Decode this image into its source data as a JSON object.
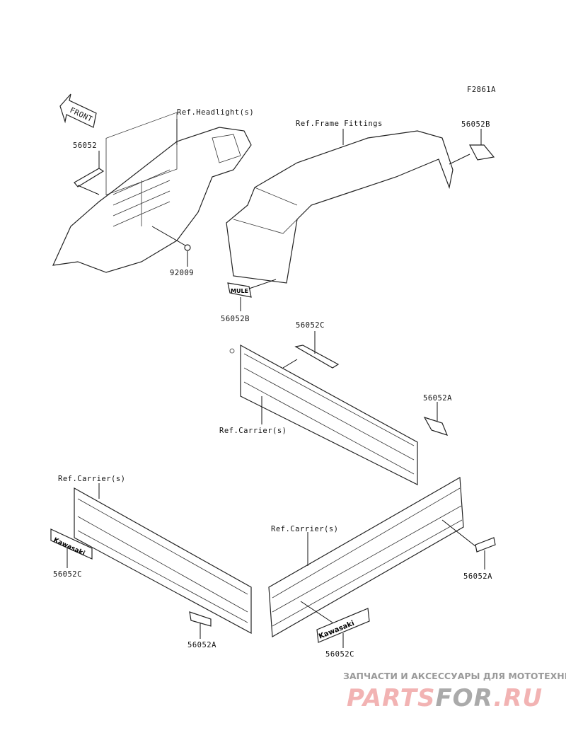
{
  "diagram_code": "F2861A",
  "front_marker": "FRONT",
  "labels": {
    "headlight_ref": "Ref.Headlight(s)",
    "frame_fittings_ref": "Ref.Frame Fittings",
    "part_56052": "56052",
    "part_56052B_top": "56052B",
    "part_92009": "92009",
    "part_56052B_mid": "56052B",
    "part_56052C_top": "56052C",
    "part_56052A_right": "56052A",
    "carrier_ref_1": "Ref.Carrier(s)",
    "carrier_ref_2": "Ref.Carrier(s)",
    "carrier_ref_3": "Ref.Carrier(s)",
    "part_56052C_left": "56052C",
    "part_56052A_lower_right": "56052A",
    "part_56052A_bottom": "56052A",
    "part_56052C_bottom": "56052C"
  },
  "decals": {
    "kawasaki": "Kawasaki",
    "mule": "MULE"
  },
  "watermark": {
    "tagline": "ЗАПЧАСТИ И АКСЕССУАРЫ ДЛЯ МОТОТЕХНИКИ",
    "logo_part1": "PARTS",
    "logo_part2": "FOR",
    "logo_part3": ".RU"
  }
}
